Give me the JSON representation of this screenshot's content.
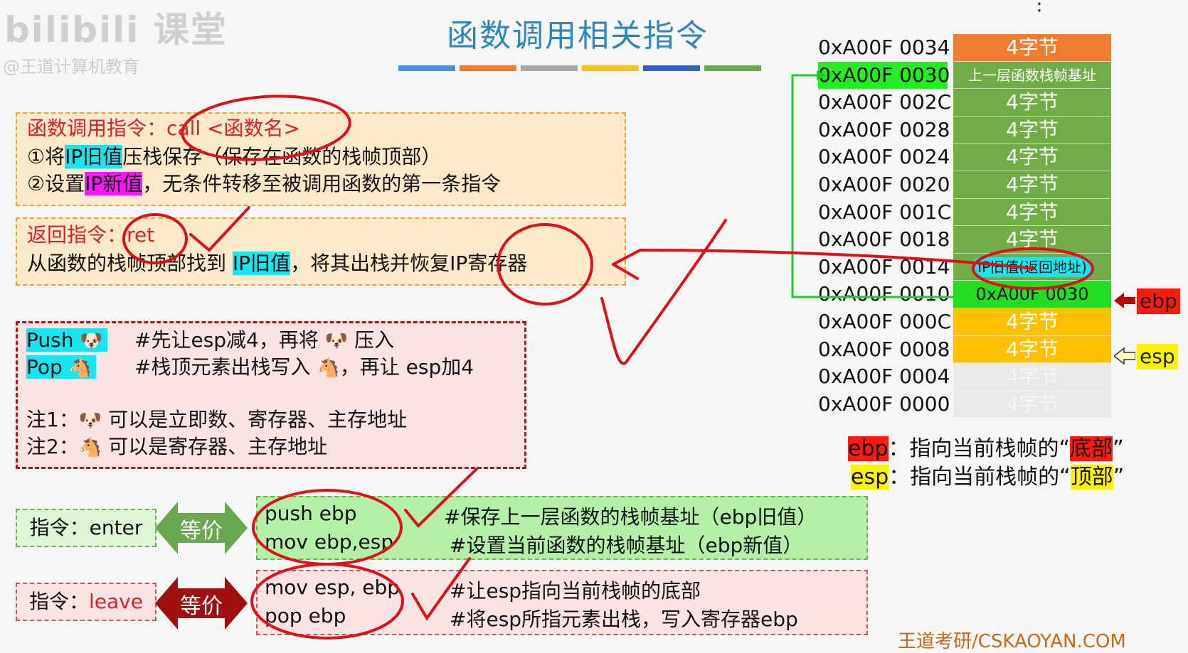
{
  "watermark": {
    "logo": "bilibili 课堂",
    "handle": "@王道计算机教育"
  },
  "title": "函数调用相关指令",
  "title_bar_colors": [
    "#4a90d9",
    "#f07b2c",
    "#a6a6a6",
    "#f8c020",
    "#3a5fc8",
    "#6aa84f"
  ],
  "call_box": {
    "label": "函数调用指令：",
    "syntax": "call <函数名>",
    "step1": {
      "prefix": "①将",
      "hl": "IP旧值",
      "suffix": "压栈保存（保存在函数的栈帧顶部）"
    },
    "step2": {
      "prefix": "②设置",
      "hl": "IP新值",
      "suffix": "，无条件转移至被调用函数的第一条指令"
    }
  },
  "ret_box": {
    "label": "返回指令：",
    "syntax": "ret",
    "desc": {
      "prefix": "从函数的栈帧顶部找到 ",
      "hl": "IP旧值",
      "suffix": "，将其出栈并恢复IP寄存器"
    }
  },
  "pushpop": {
    "push": {
      "name": "Push",
      "icon": "dog-icon",
      "desc_a": "#先让esp减4，再将",
      "desc_b": "压入"
    },
    "pop": {
      "name": "Pop",
      "icon": "horse-icon",
      "desc_a": "#栈顶元素出栈写入",
      "desc_b": "，再让 esp加4"
    },
    "note1": {
      "prefix": "注1：",
      "suffix": "可以是立即数、寄存器、主存地址"
    },
    "note2": {
      "prefix": "注2：",
      "suffix": "可以是寄存器、主存地址"
    }
  },
  "enter": {
    "label_prefix": "指令：",
    "label_instr": "enter",
    "equiv": "等价",
    "code1": "push ebp",
    "code2": "mov ebp,esp",
    "comment1": "#保存上一层函数的栈帧基址（ebp旧值）",
    "comment2": "#设置当前函数的栈帧基址（ebp新值）"
  },
  "leave": {
    "label_prefix": "指令：",
    "label_instr": "leave",
    "equiv": "等价",
    "code1": "mov esp, ebp",
    "code2": "pop ebp",
    "comment1": "#让esp指向当前栈帧的底部",
    "comment2": "#将esp所指元素出栈，写入寄存器ebp"
  },
  "stack": {
    "addresses": [
      "0xA00F 0034",
      "0xA00F 0030",
      "0xA00F 002C",
      "0xA00F 0028",
      "0xA00F 0024",
      "0xA00F 0020",
      "0xA00F 001C",
      "0xA00F 0018",
      "0xA00F 0014",
      "0xA00F 0010",
      "0xA00F 000C",
      "0xA00F 0008",
      "0xA00F 0004",
      "0xA00F 0000"
    ],
    "cells": [
      "4字节",
      "上一层函数栈帧基址",
      "4字节",
      "4字节",
      "4字节",
      "4字节",
      "4字节",
      "4字节",
      "IP旧值(返回地址)",
      "0xA00F 0030",
      "4字节",
      "4字节",
      "4字节",
      "4字节"
    ],
    "cell_colors": [
      "#ee7d32",
      "#70ad47",
      "#70ad47",
      "#70ad47",
      "#70ad47",
      "#70ad47",
      "#70ad47",
      "#70ad47",
      "#70ad47",
      "#70ad47",
      "#ffc000",
      "#ffc000",
      "#e9e9e9",
      "#e9e9e9"
    ],
    "highlight_addr_index": 1,
    "ebp_label": "ebp",
    "esp_label": "esp"
  },
  "legend": {
    "ebp_name": "ebp",
    "ebp_text": "：指向当前栈帧的“",
    "ebp_hl": "底部",
    "esp_name": "esp",
    "esp_text": "：指向当前栈帧的“",
    "esp_hl": "顶部",
    "close_quote": "”"
  },
  "footer": "王道考研/CSKAOYAN.COM"
}
